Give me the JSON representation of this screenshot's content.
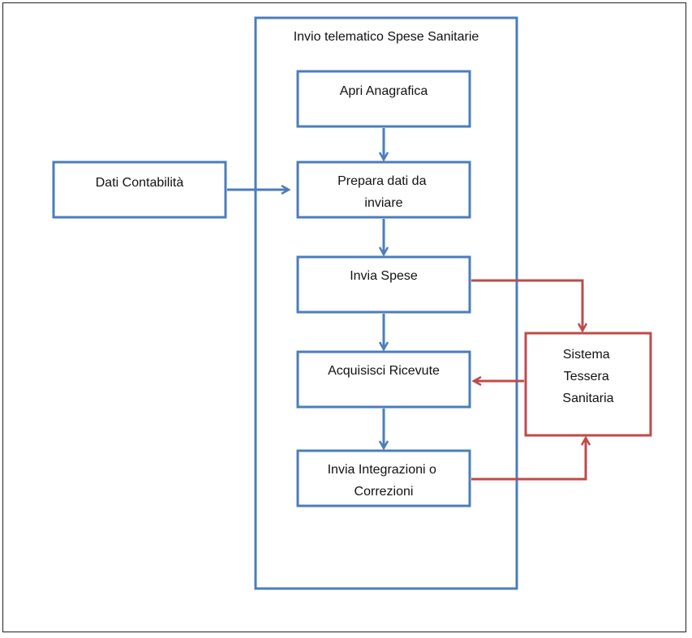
{
  "container": {
    "title": "Invio telematico Spese Sanitarie"
  },
  "nodes": {
    "dati_contabilita": {
      "lines": [
        "Dati Contabilità"
      ]
    },
    "apri_anagrafica": {
      "lines": [
        "Apri Anagrafica"
      ]
    },
    "prepara_dati": {
      "lines": [
        "Prepara dati da",
        "inviare"
      ]
    },
    "invia_spese": {
      "lines": [
        "Invia Spese"
      ]
    },
    "acquisisci_ricevute": {
      "lines": [
        "Acquisisci Ricevute"
      ]
    },
    "invia_integrazioni": {
      "lines": [
        "Invia Integrazioni o",
        "Correzioni"
      ]
    },
    "sistema_ts": {
      "lines": [
        "Sistema",
        "Tessera",
        "Sanitaria"
      ]
    }
  },
  "colors": {
    "blue": "#4a7ebb",
    "red": "#be4b48",
    "text": "#111111"
  }
}
